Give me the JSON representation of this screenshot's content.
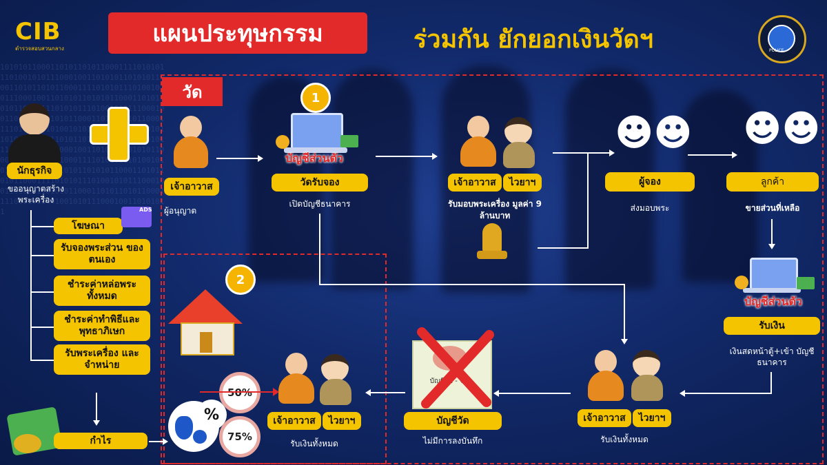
{
  "header": {
    "logo": "CIB",
    "logo_sub": "ตำรวจสอบสวนกลาง",
    "title": "แผนประทุษกรรม",
    "subtitle": "ร่วมกัน ยักยอกเงินวัดฯ",
    "badge_text": "POLICE"
  },
  "colors": {
    "accent_yellow": "#f5c400",
    "accent_red": "#e32a2a",
    "background": "#122a6b"
  },
  "left_panel": {
    "business_label": "นักธุรกิจ",
    "business_desc": "ขออนุญาตสร้าง พระเครื่อง",
    "steps": [
      "โฆษณา",
      "รับจองพระส่วน ของตนเอง",
      "ชำระค่าหล่อพระ ทั้งหมด",
      "ชำระค่าทำพิธีและ พุทธาภิเษก",
      "รับพระเครื่อง และ จำหน่าย"
    ],
    "ads_badge": "ADS",
    "profit_label": "กำไร"
  },
  "wat_section": {
    "tag": "วัด",
    "abbot_label": "เจ้าอาวาส",
    "abbot_desc": "ผู้อนุญาต",
    "step1_number": "1",
    "account_label": "บัญชีส่วนตัว",
    "wat_booking_label": "วัดรับจอง",
    "wat_booking_desc": "เปิดบัญชีธนาคาร",
    "handover_abbot": "เจ้าอาวาส",
    "handover_staff": "ไวยาฯ",
    "handover_desc": "รับมอบพระเครื่อง มูลค่า 9 ล้านบาท",
    "booker_label": "ผู้จอง",
    "booker_desc": "ส่งมอบพระ",
    "customer_label": "ลูกค้า",
    "customer_desc": "ขายส่วนที่เหลือ",
    "account2_label": "บัญชีส่วนตัว",
    "receive_label": "รับเงิน",
    "receive_desc": "เงินสดหน้าตู้+เข้า บัญชีธนาคาร",
    "bottom_right_abbot": "เจ้าอาวาส",
    "bottom_right_staff": "ไวยาฯ",
    "bottom_right_desc": "รับเงินทั้งหมด",
    "wat_account_label": "บัญชีวัด",
    "wat_account_desc": "ไม่มีการลงบันทึก",
    "doc_text": "บัญชีรับ - จ่าย",
    "step2_number": "2",
    "bottom_left_abbot": "เจ้าอาวาส",
    "bottom_left_staff": "ไวยาฯ",
    "bottom_left_desc": "รับเงินทั้งหมด",
    "pct_50": "50%",
    "pct_75": "75%",
    "pct_symbol": "%"
  }
}
